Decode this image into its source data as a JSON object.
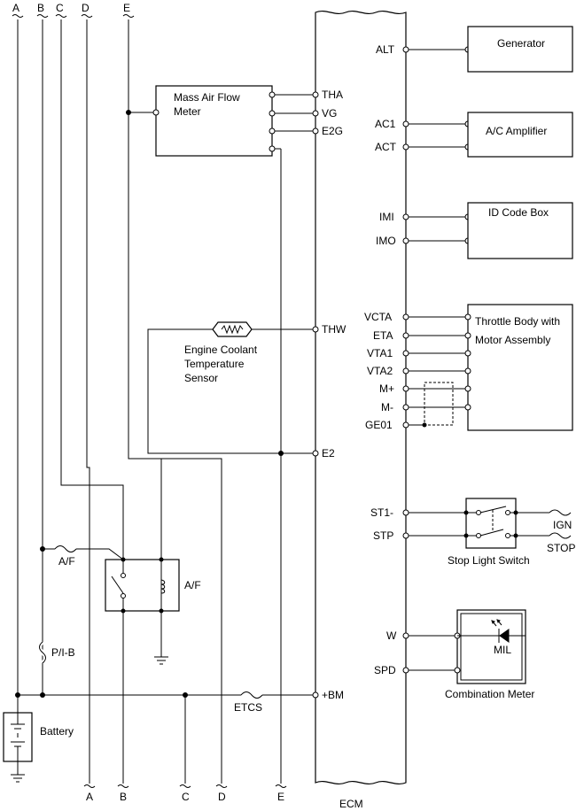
{
  "buses": {
    "A": "A",
    "B": "B",
    "C": "C",
    "D": "D",
    "E": "E"
  },
  "ecm": {
    "label": "ECM",
    "left_pins": {
      "THA": "THA",
      "VG": "VG",
      "E2G": "E2G",
      "THW": "THW",
      "E2": "E2",
      "BM": "+BM"
    },
    "right_pins": {
      "ALT": "ALT",
      "AC1": "AC1",
      "ACT": "ACT",
      "IMI": "IMI",
      "IMO": "IMO",
      "VCTA": "VCTA",
      "ETA": "ETA",
      "VTA1": "VTA1",
      "VTA2": "VTA2",
      "MP": "M+",
      "MM": "M-",
      "GE01": "GE01",
      "ST1": "ST1-",
      "STP": "STP",
      "W": "W",
      "SPD": "SPD"
    }
  },
  "components": {
    "maf_line1": "Mass Air Flow",
    "maf_line2": "Meter",
    "ect_line1": "Engine Coolant",
    "ect_line2": "Temperature",
    "ect_line3": "Sensor",
    "generator": "Generator",
    "ac_amp": "A/C Amplifier",
    "id_code_box": "ID Code Box",
    "throttle_line1": "Throttle Body with",
    "throttle_line2": "Motor Assembly",
    "stop_light_switch": "Stop Light Switch",
    "ign": "IGN",
    "stop": "STOP",
    "combination_meter": "Combination Meter",
    "mil": "MIL",
    "af_fuse": "A/F",
    "af_relay": "A/F",
    "pib_fuse": "P/I-B",
    "etcs_fuse": "ETCS",
    "battery": "Battery"
  }
}
